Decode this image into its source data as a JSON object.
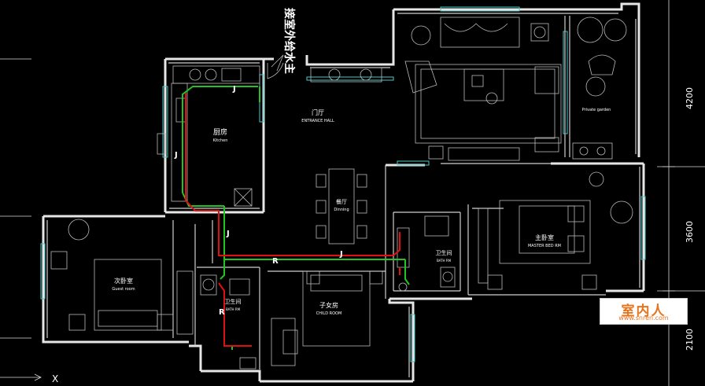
{
  "annotation": "接室外给水主",
  "rooms": {
    "kitchen": {
      "name": "厨房",
      "sub": "Kitchen"
    },
    "foyer": {
      "name": "门厅",
      "sub": "ENTRANCE HALL"
    },
    "dining": {
      "name": "餐厅",
      "sub": "Dinning"
    },
    "second_bedroom": {
      "name": "次卧室",
      "sub": "Guest room"
    },
    "bath_left": {
      "name": "卫生间",
      "sub": "BATH RM"
    },
    "kids_room": {
      "name": "子女房",
      "sub": "CHILD ROOM"
    },
    "bath_master": {
      "name": "卫生间",
      "sub": "BATH RM"
    },
    "master_bedroom": {
      "name": "主卧室",
      "sub": "MASTER BED RM"
    },
    "balcony": {
      "name": "",
      "sub": "Private garden"
    }
  },
  "pipe_labels": [
    "J",
    "J",
    "J",
    "J",
    "R",
    "R"
  ],
  "dimensions": [
    "4200",
    "3600",
    "2100"
  ],
  "axis_label": "X",
  "logo": {
    "main": "室内人",
    "sub": "www.snren.com"
  },
  "colors": {
    "background": "#000000",
    "hot_water_pipe": "#e01010",
    "cold_water_pipe": "#22c322",
    "window": "#46c9c9",
    "wall": "#cfcfcf",
    "logo_text": "#e8731c"
  }
}
